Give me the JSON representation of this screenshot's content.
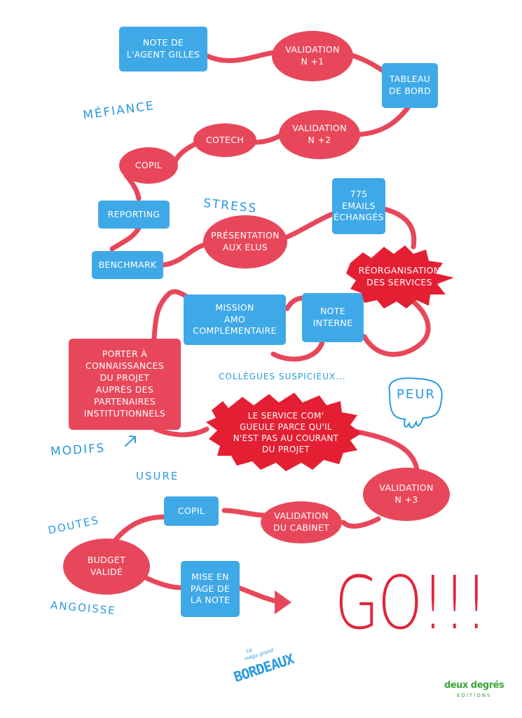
{
  "colors": {
    "blue": "#3fa9e8",
    "red": "#e8475b",
    "burst": "#e51f33",
    "path": "#e8475b",
    "text_blue": "#2a9ae0",
    "publisher_green": "#3aa63a"
  },
  "steps": {
    "note_agent": "NOTE DE\nL'AGENT GILLES",
    "validation_n1": "VALIDATION\nN +1",
    "tableau_de_bord": "TABLEAU\nDE BORD",
    "validation_n2": "VALIDATION\nN +2",
    "cotech": "COTECH",
    "copil_1": "COPIL",
    "reporting": "REPORTING",
    "benchmark": "BENCHMARK",
    "presentation_elus": "PRÉSENTATION\nAUX ELUS",
    "emails": "775\nEMAILS\nÉCHANGÉS",
    "reorganisation": "RÉORGANISATION\nDES SERVICES",
    "note_interne": "NOTE\nINTERNE",
    "mission_amo": "MISSION\nAMO\nCOMPLÉMENTAIRE",
    "porter": "PORTER À\nCONNAISSANCES\nDU PROJET\nAUPRÈS DES\nPARTENAIRES\nINSTITUTIONNELS",
    "service_com": "LE SERVICE COM'\nGUEULE PARCE QU'IL\nN'EST PAS AU COURANT\nDU PROJET",
    "validation_n3": "VALIDATION\nN +3",
    "validation_cabinet": "VALIDATION\nDU CABINET",
    "copil_2": "COPIL",
    "budget": "BUDGET\nVALIDÉ",
    "mise_en_page": "MISE EN\nPAGE DE\nLA NOTE"
  },
  "emotions": {
    "mefiance": "MÉFIANCE",
    "stress": "STRESS",
    "collegues": "COLLÈGUES SUSPICIEUX...",
    "peur": "PEUR",
    "modifs": "MODIFS",
    "usure": "USURE",
    "doutes": "DOUTES",
    "angoisse": "ANGOISSE"
  },
  "go": "GO!!!",
  "logo": {
    "la": "La",
    "mega": "méga grand",
    "bordeaux": "BORDEAUX"
  },
  "publisher": {
    "name": "deux degrés",
    "sub": "EDITIONS"
  }
}
